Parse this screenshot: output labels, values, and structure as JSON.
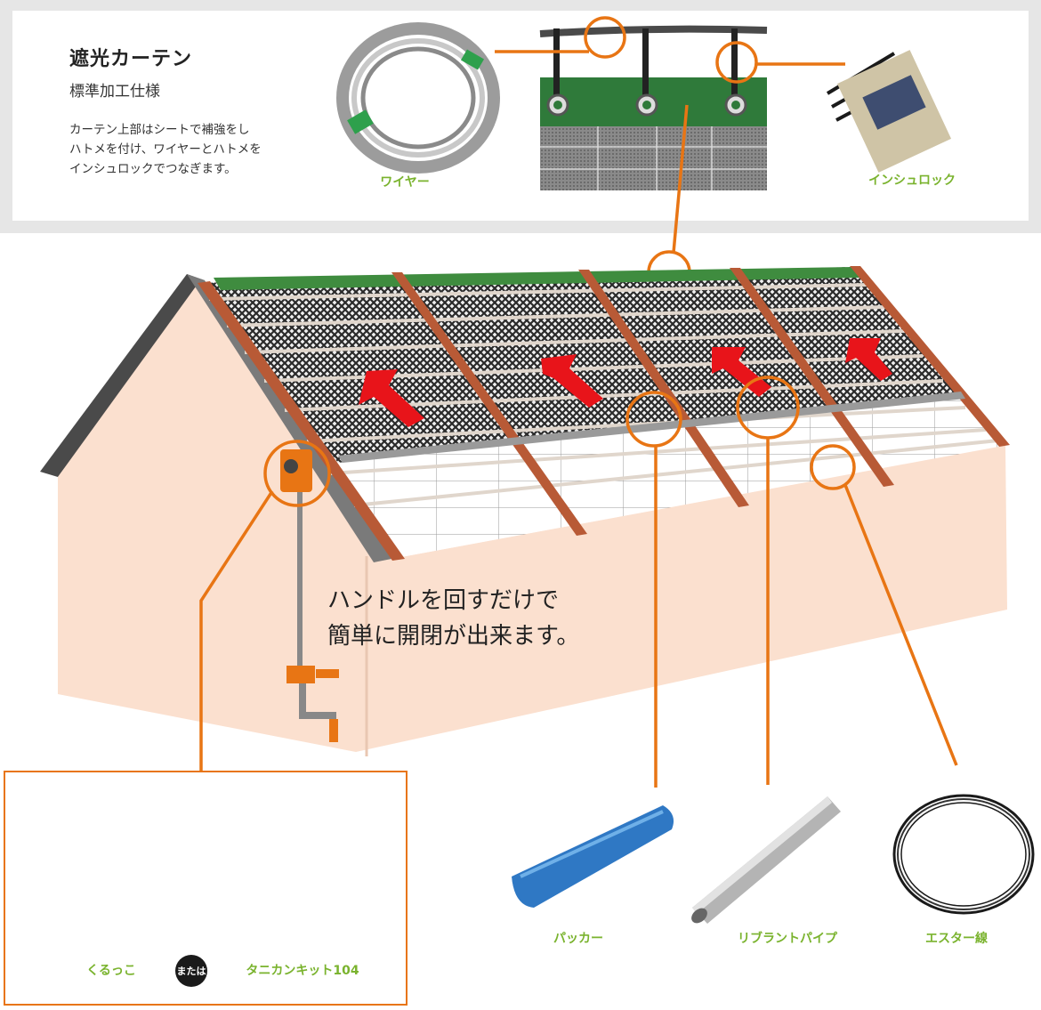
{
  "header": {
    "title": "遮光カーテン",
    "subtitle": "標準加工仕様",
    "description": "カーテン上部はシートで補強をし\nハトメを付け、ワイヤーとハトメを\nインシュロックでつなぎます。"
  },
  "labels": {
    "wire": "ワイヤー",
    "insulock": "インシュロック",
    "packer": "パッカー",
    "rib_pipe": "リブラントパイプ",
    "ester_line": "エスター線",
    "kurukko": "くるっこ",
    "or": "または",
    "tanikan": "タニカンキット104"
  },
  "callout": "ハンドルを回すだけで\n簡単に開閉が出来ます。",
  "colors": {
    "accent": "#e87514",
    "label_green": "#7ab32e",
    "wall": "#fbe0cf",
    "arrow_red": "#e8141a",
    "rafter": "#b85a36",
    "sheet_green": "#2f7a3a"
  }
}
